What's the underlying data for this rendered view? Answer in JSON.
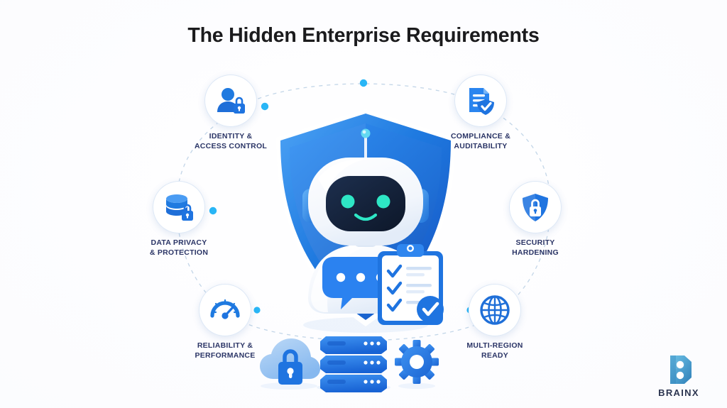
{
  "title": "The Hidden Enterprise Requirements",
  "theme": {
    "background": "#ffffff",
    "title_color": "#1b1b1d",
    "label_color": "#2b3566",
    "accent_blue": "#1a73e8",
    "deep_blue": "#1558d6",
    "node_dot": "#29b6f6",
    "robot_eye": "#2ee6c5",
    "robot_face": "#12203c",
    "logo_color": "#3fa0d8"
  },
  "nodes": [
    {
      "id": "identity",
      "label": "IDENTITY &\nACCESS CONTROL",
      "icon": "user-lock-icon"
    },
    {
      "id": "compliance",
      "label": "COMPLIANCE &\nAUDITABILITY",
      "icon": "document-shield-check-icon"
    },
    {
      "id": "data",
      "label": "DATA PRIVACY\n& PROTECTION",
      "icon": "database-lock-icon"
    },
    {
      "id": "security",
      "label": "SECURITY\nHARDENING",
      "icon": "shield-lock-icon"
    },
    {
      "id": "reliability",
      "label": "RELIABILITY &\nPERFORMANCE",
      "icon": "speedometer-icon"
    },
    {
      "id": "region",
      "label": "MULTI-REGION\nREADY",
      "icon": "globe-icon"
    }
  ],
  "center": {
    "shield_alt": "blue-shield",
    "robot_alt": "ai-robot-mascot",
    "chat_bubble_alt": "chat-bubble-icon",
    "clipboard_alt": "clipboard-checklist-icon"
  },
  "infra": [
    {
      "id": "cloud",
      "alt": "cloud-lock-icon"
    },
    {
      "id": "server",
      "alt": "server-rack-icon"
    },
    {
      "id": "gear",
      "alt": "gear-icon"
    }
  ],
  "logo": {
    "mark": "brainx-b-mark",
    "wordmark": "BRAINX"
  }
}
